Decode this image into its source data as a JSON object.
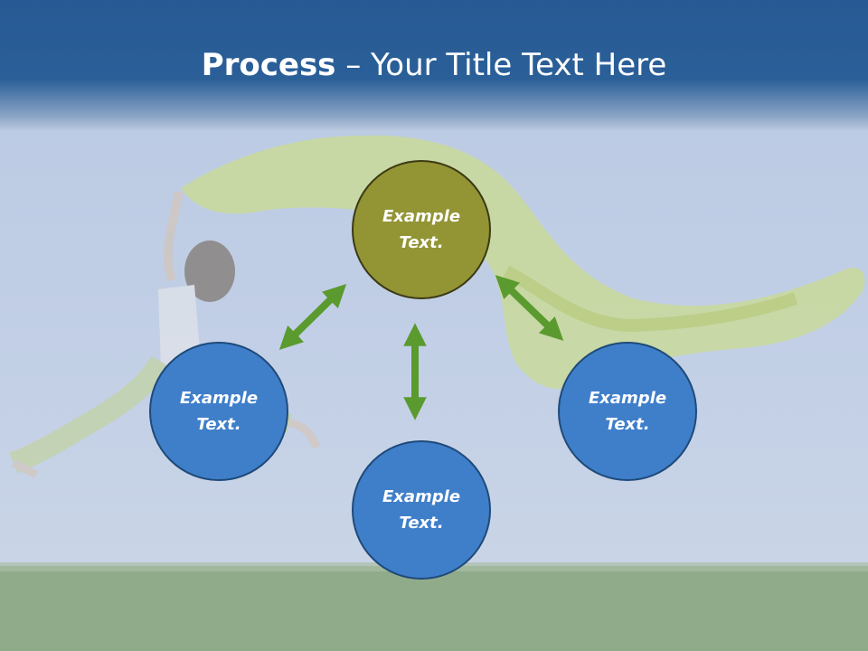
{
  "slide": {
    "title_bold": "Process",
    "title_rest": " – Your Title Text Here"
  },
  "diagram": {
    "nodes": [
      {
        "id": "top",
        "label": "Example Text.",
        "color": "#939434"
      },
      {
        "id": "left",
        "label": "Example Text.",
        "color": "#3f7fca"
      },
      {
        "id": "bottom",
        "label": "Example Text.",
        "color": "#3f7fca"
      },
      {
        "id": "right",
        "label": "Example Text.",
        "color": "#3f7fca"
      }
    ],
    "arrow_color": "#5a9a2e"
  }
}
